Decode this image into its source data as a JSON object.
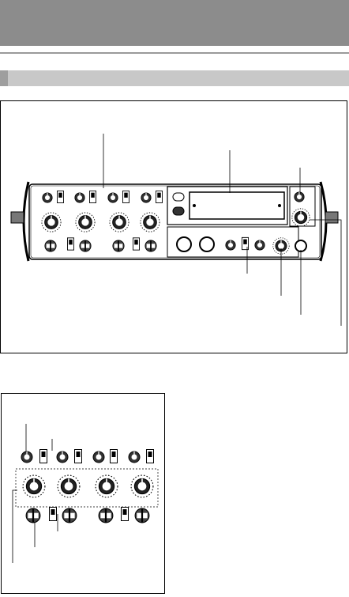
{
  "header": {
    "color": "#8c8c8c"
  },
  "section": {
    "color": "#c8c8c8"
  },
  "figure_main": {
    "description_icon": "mixer-front-panel",
    "channels": 4
  },
  "figure_detail": {
    "description_icon": "mixer-channel-strip-detail",
    "channels": 4
  }
}
